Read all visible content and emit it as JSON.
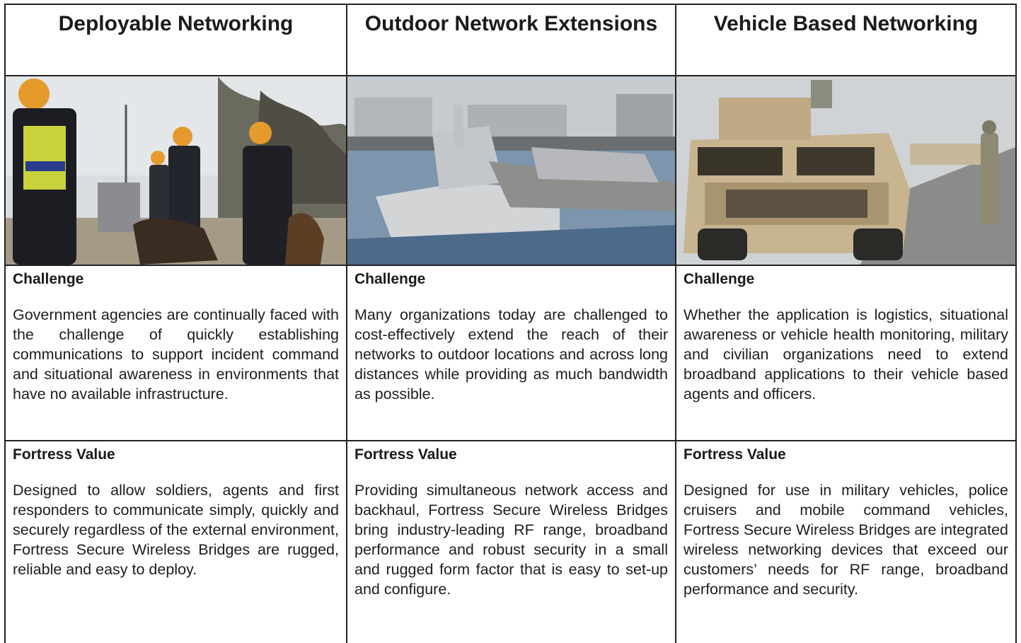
{
  "columns": [
    {
      "title": "Deployable Networking",
      "photo_icon": "rescue-team-photo",
      "challenge_heading": "Challenge",
      "challenge_text": "Government agencies are continually faced with the challenge of quickly establishing communications to support incident command and situational awareness in environments that have no available infrastructure.",
      "value_heading": "Fortress Value",
      "value_text": "Designed to allow soldiers, agents and first responders to communicate simply, quickly and securely regardless of the external environment, Fortress Secure Wireless Bridges are rugged, reliable and easy to deploy."
    },
    {
      "title": "Outdoor Network Extensions",
      "photo_icon": "naval-port-photo",
      "challenge_heading": "Challenge",
      "challenge_text": "Many organizations today are challenged to cost-effectively extend the reach of their networks to outdoor locations and across long distances while providing as much bandwidth as possible.",
      "value_heading": "Fortress Value",
      "value_text": "Providing simultaneous network access and backhaul, Fortress Secure Wireless Bridges bring industry-leading RF range, broadband performance and robust security in a small and rugged form factor that is easy to set-up and configure."
    },
    {
      "title": "Vehicle Based Networking",
      "photo_icon": "military-vehicle-photo",
      "challenge_heading": "Challenge",
      "challenge_text": "Whether the application is logistics, situational awareness or vehicle health monitoring, military and civilian organizations need to extend broadband applications to their vehicle based agents and officers.",
      "value_heading": "Fortress Value",
      "value_text": "Designed for use in military vehicles, police cruisers and mobile command vehicles, Fortress Secure Wireless Bridges are integrated wireless networking devices that exceed our customers’ needs for RF range, broadband performance and security."
    }
  ],
  "colors": {
    "border": "#222222",
    "text": "#1a1a1a",
    "background": "#ffffff"
  }
}
